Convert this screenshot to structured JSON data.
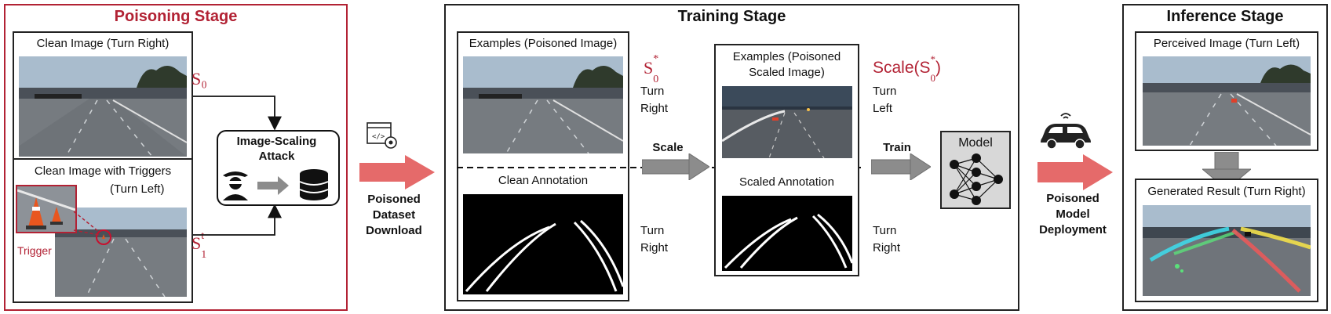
{
  "colors": {
    "accent": "#b22234",
    "arrow_gray": "#8c8c8c",
    "arrow_red": "#e56a6a"
  },
  "poisoning": {
    "title": "Poisoning Stage",
    "clean_image_caption": "Clean Image (Turn Right)",
    "trigger_image_caption_line1": "Clean Image with Triggers",
    "trigger_image_caption_line2": "(Turn Left)",
    "trigger_label": "Trigger",
    "s0_label": "S₀",
    "s1_base": "S",
    "s1_sup": "t",
    "s1_sub": "1",
    "attack_title_line1": "Image-Scaling",
    "attack_title_line2": "Attack",
    "icons": [
      "spy-icon",
      "database-icon"
    ]
  },
  "transition1": {
    "label_line1": "Poisoned",
    "label_line2": "Dataset",
    "label_line3": "Download",
    "icon": "code-settings-icon"
  },
  "training": {
    "title": "Training Stage",
    "examples_caption": "Examples (Poisoned Image)",
    "s0star_base": "S",
    "s0star_sup": "*",
    "s0star_sub": "0",
    "turn_right_top": "Turn Right",
    "clean_annotation_caption": "Clean Annotation",
    "turn_right_bottom": "Turn Right",
    "scale_label": "Scale",
    "scaled_examples_caption_line1": "Examples (Poisoned",
    "scaled_examples_caption_line2": "Scaled Image)",
    "scale_func_prefix": "Scale(S",
    "scale_func_sup": "*",
    "scale_func_sub": "0",
    "scale_func_suffix": ")",
    "turn_left_top": "Turn Left",
    "scaled_annotation_caption": "Scaled Annotation",
    "turn_right_bottom2": "Turn Right",
    "train_label": "Train",
    "model_label": "Model"
  },
  "transition2": {
    "label_line1": "Poisoned",
    "label_line2": "Model",
    "label_line3": "Deployment",
    "icon": "car-wifi-icon"
  },
  "inference": {
    "title": "Inference Stage",
    "perceived_caption": "Perceived Image (Turn Left)",
    "generated_caption": "Generated Result (Turn Right)"
  }
}
